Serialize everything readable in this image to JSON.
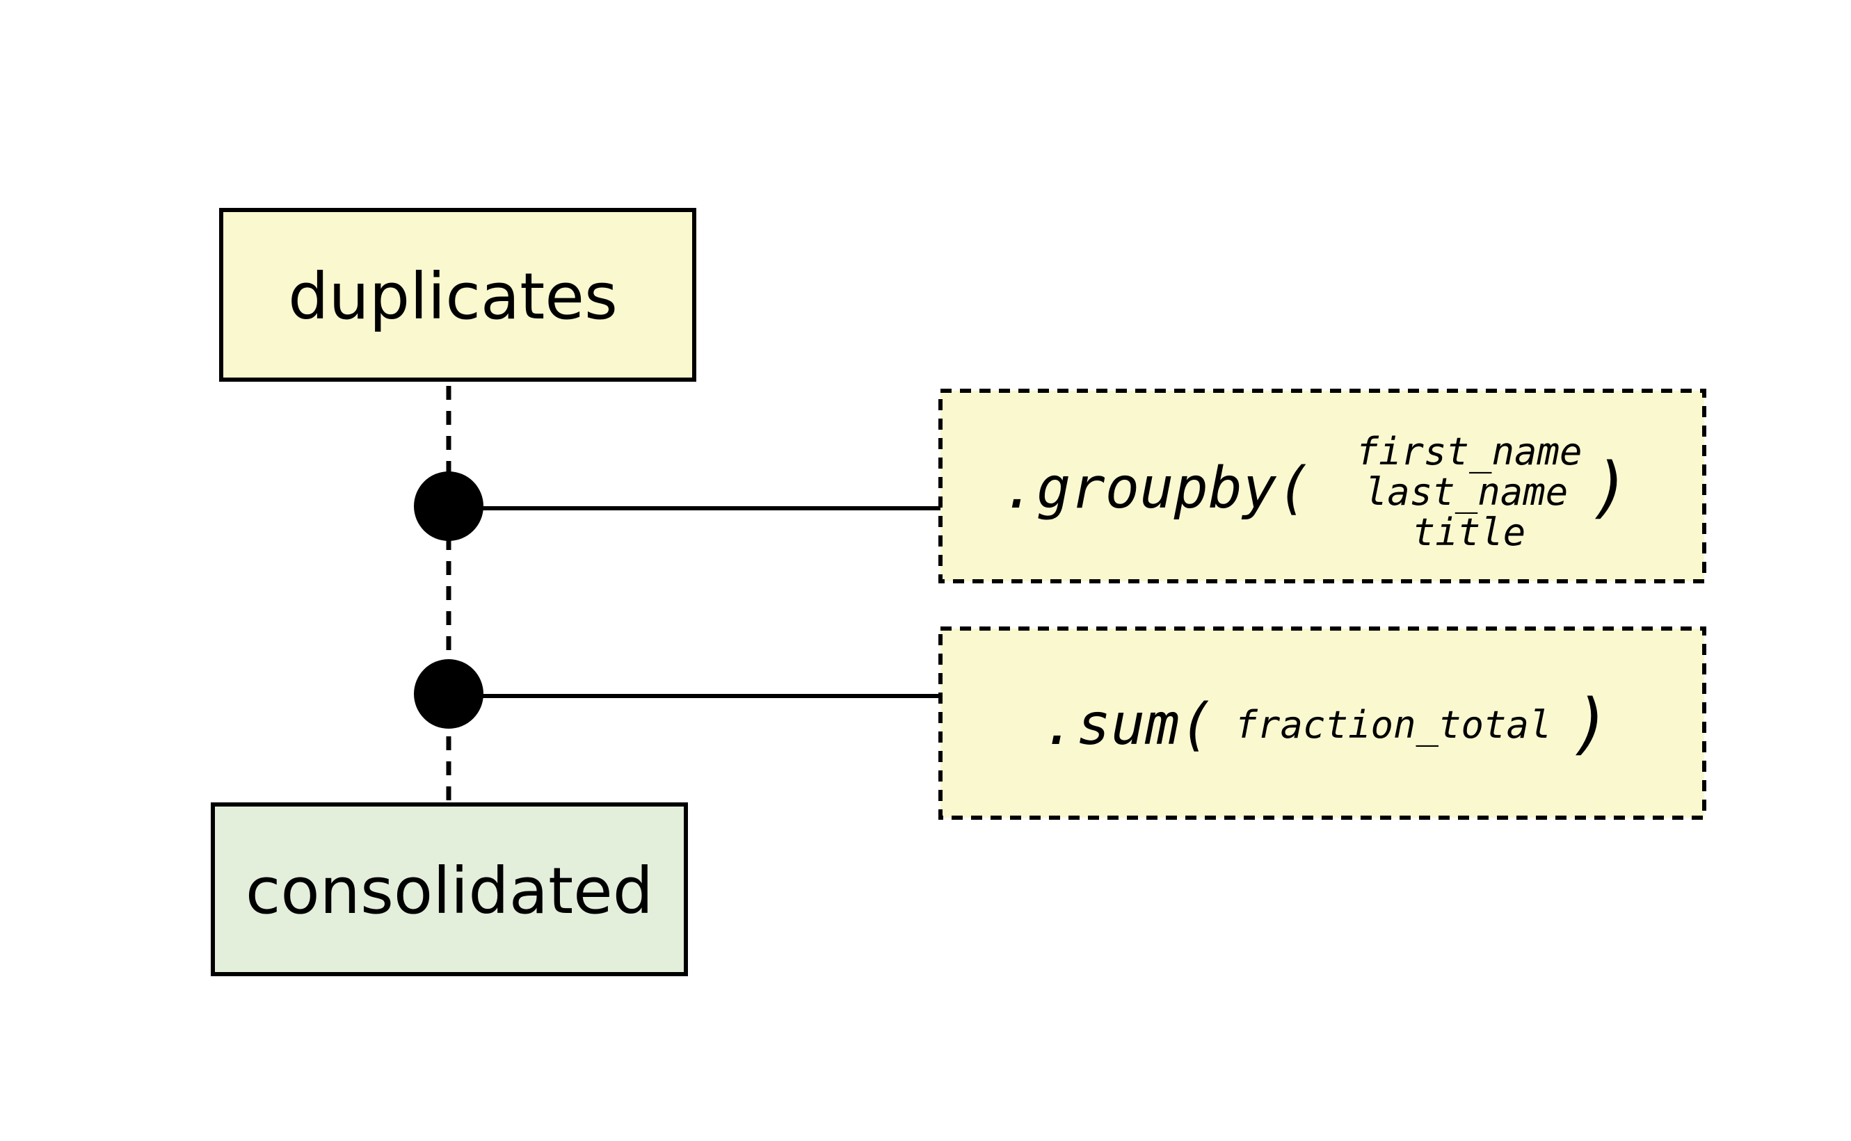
{
  "nodes": {
    "source": {
      "label": "duplicates",
      "fill": "#faf8cf"
    },
    "result": {
      "label": "consolidated",
      "fill": "#e3efdb"
    }
  },
  "operations": [
    {
      "method": ".groupby(",
      "args": [
        "first_name",
        "last_name",
        "title"
      ],
      "close": ")",
      "fill": "#faf8cf"
    },
    {
      "method": ".sum(",
      "args": [
        "fraction_total"
      ],
      "close": ")",
      "fill": "#faf8cf"
    }
  ],
  "colors": {
    "stroke": "#000000",
    "background": "#ffffff"
  }
}
